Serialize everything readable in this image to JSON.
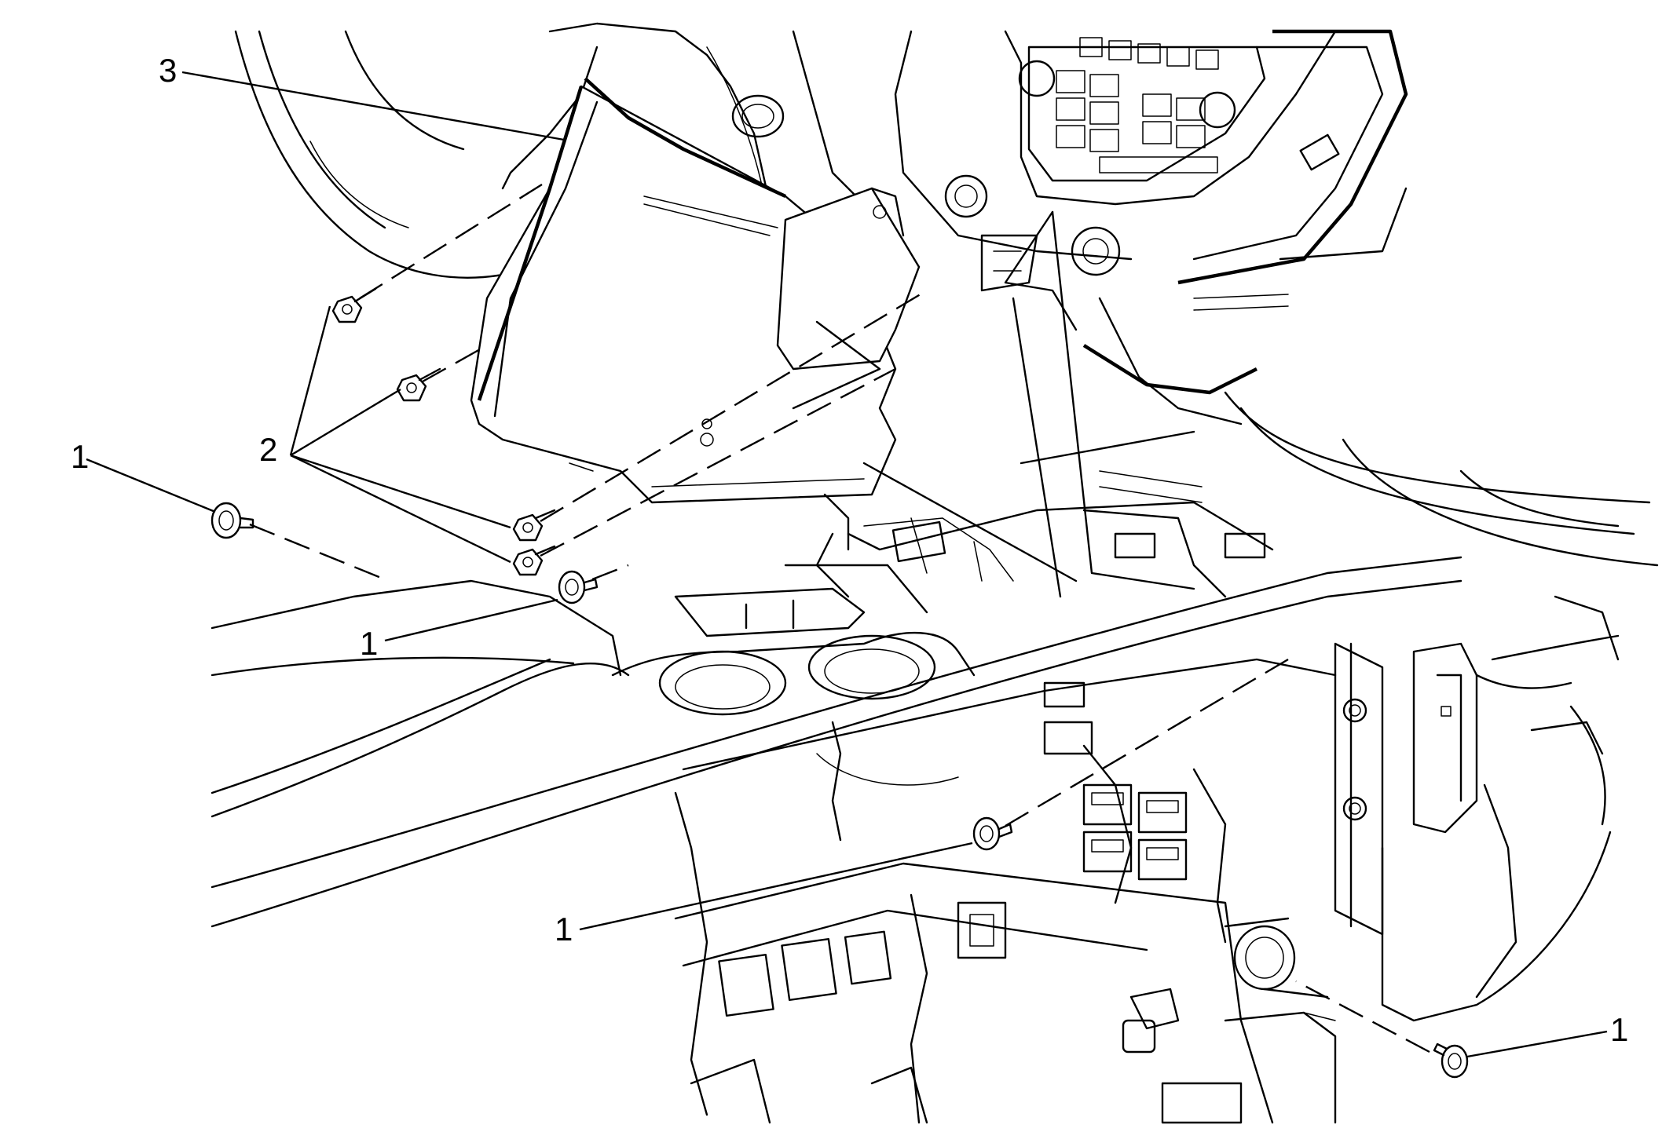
{
  "callouts": [
    {
      "id": "c3",
      "label": "3"
    },
    {
      "id": "c2",
      "label": "2"
    },
    {
      "id": "c1a",
      "label": "1"
    },
    {
      "id": "c1b",
      "label": "1"
    },
    {
      "id": "c1c",
      "label": "1"
    },
    {
      "id": "c1d",
      "label": "1"
    }
  ]
}
